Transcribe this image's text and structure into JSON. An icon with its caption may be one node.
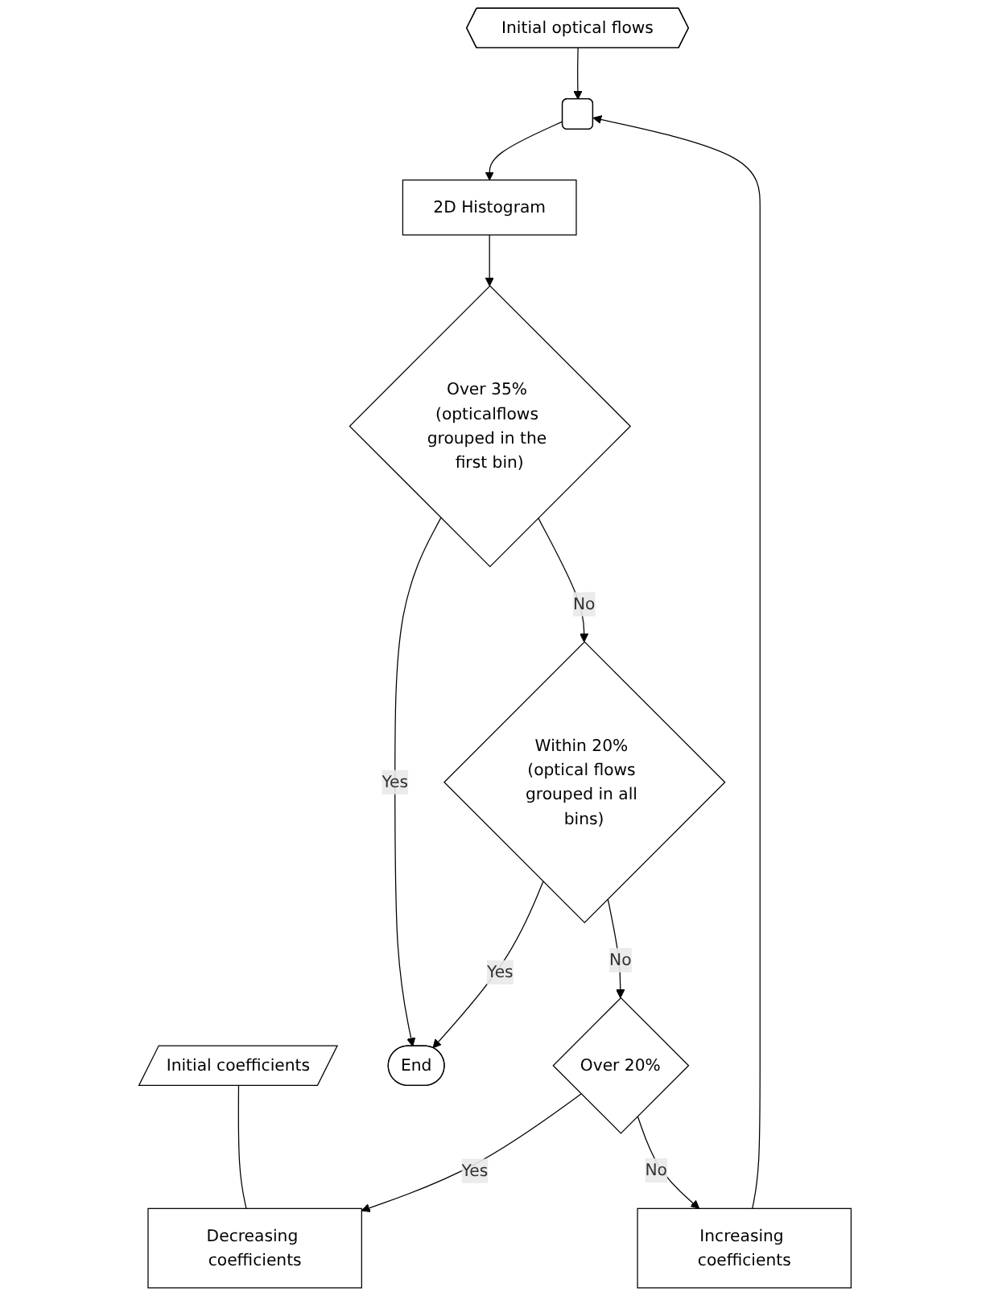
{
  "diagram": {
    "nodes": [
      {
        "text": [
          "Initial optical flows"
        ]
      },
      {
        "text": [
          "Initial coefficients"
        ]
      },
      {
        "text": [],
        "shape": "box"
      },
      {
        "text": [
          "2D Histogram"
        ]
      },
      {
        "text": [
          "Decreasing coefficients"
        ]
      },
      {
        "text": [
          "Over 35% (opticalflows grouped in the first bin)"
        ]
      },
      {
        "text": [
          "Over 20%"
        ]
      },
      {
        "text": [
          "Increasing coefficients"
        ]
      },
      {
        "text": [
          "Within 20% (optical flows grouped in all bins)"
        ]
      },
      {
        "text": [
          "End"
        ]
      }
    ],
    "edges": [
      {
        "from": 0,
        "to": 2,
        "arrow": "to"
      },
      {
        "from": 1,
        "to": 4,
        "arrow": "none"
      },
      {
        "from": 7,
        "to": 2,
        "arrow": "to"
      },
      {
        "from": 2,
        "to": 3,
        "arrow": "to"
      },
      {
        "from": 3,
        "to": 5,
        "arrow": "to"
      },
      {
        "from": 5,
        "to": 9,
        "label": "Yes",
        "arrow": "to"
      },
      {
        "from": 5,
        "to": 8,
        "label": "No",
        "arrow": "to"
      },
      {
        "from": 8,
        "to": 9,
        "label": "Yes",
        "arrow": "to"
      },
      {
        "from": 8,
        "to": 6,
        "label": "No",
        "arrow": "to"
      },
      {
        "from": 6,
        "to": 4,
        "label": "Yes",
        "arrow": "to"
      },
      {
        "from": 6,
        "to": 7,
        "label": "No",
        "arrow": "to"
      }
    ]
  }
}
